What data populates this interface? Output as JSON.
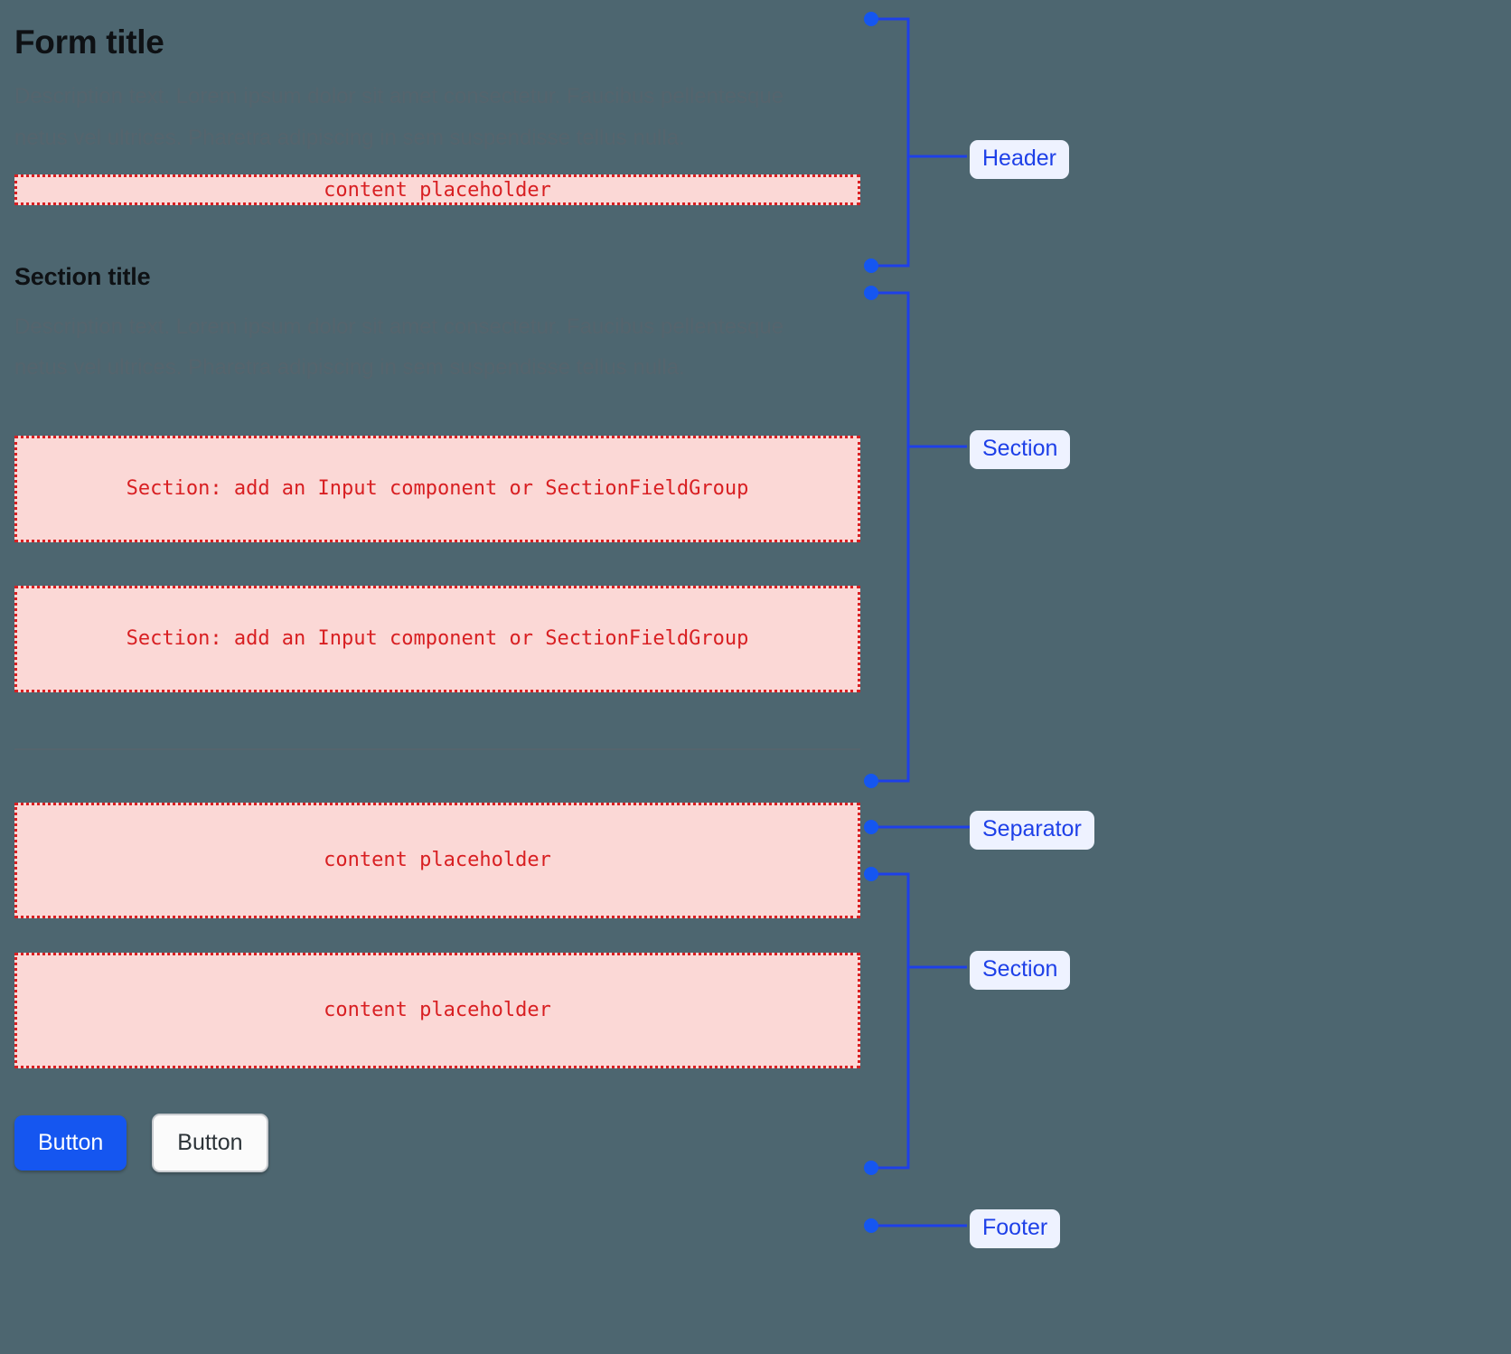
{
  "theme": {
    "page_background": "#4d6670",
    "annotation_color": "#1e40e8",
    "annotation_chip_background": "#eef2ff",
    "placeholder_fill": "#fbd8d6",
    "placeholder_border": "#d81f22",
    "placeholder_text": "#d81f22",
    "heading_color": "#0e1114",
    "description_color": "#55646d",
    "separator_color": "#55646d",
    "primary_button_background": "#1556f0",
    "primary_button_text": "#ffffff",
    "secondary_button_background": "#fbfbfb",
    "secondary_button_text": "#2c3338",
    "secondary_button_border": "#c9ccd0"
  },
  "header": {
    "title": "Form title",
    "description": "Description text. Lorem ipsum dolor sit amet consectetur. Faucibus pellentesque netus vel ultrices. Pharetra adipiscing in sem suspendisse tellus nulla.",
    "placeholder": "content placeholder"
  },
  "section_one": {
    "title": "Section title",
    "description": "Description text. Lorem ipsum dolor sit amet consectetur. Faucibus pellentesque netus vel ultrices. Pharetra adipiscing in sem suspendisse tellus nulla.",
    "field_placeholder_1": "Section: add an Input component or SectionFieldGroup",
    "field_placeholder_2": "Section: add an Input component or SectionFieldGroup"
  },
  "section_two": {
    "placeholder_1": "content placeholder",
    "placeholder_2": "content placeholder"
  },
  "footer": {
    "primary_button_label": "Button",
    "secondary_button_label": "Button"
  },
  "annotations": {
    "header": "Header",
    "section_one": "Section",
    "separator": "Separator",
    "section_two": "Section",
    "footer": "Footer"
  }
}
